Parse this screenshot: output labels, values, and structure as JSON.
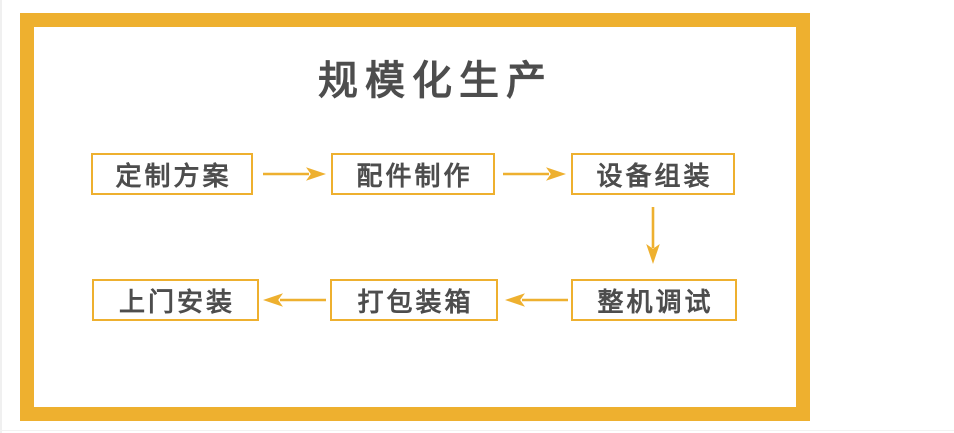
{
  "diagram": {
    "title": "规模化生产",
    "steps": [
      {
        "id": "custom-plan",
        "label": "定制方案"
      },
      {
        "id": "parts-production",
        "label": "配件制作"
      },
      {
        "id": "equipment-assembly",
        "label": "设备组装"
      },
      {
        "id": "machine-debugging",
        "label": "整机调试"
      },
      {
        "id": "packing",
        "label": "打包装箱"
      },
      {
        "id": "onsite-installation",
        "label": "上门安装"
      }
    ],
    "flow_note": "top row flows left-to-right, then down, bottom row flows right-to-left"
  },
  "icons": {
    "right_arrow": "arrow-right-icon",
    "down_arrow": "arrow-down-icon",
    "left_arrow": "arrow-left-icon"
  },
  "colors": {
    "accent": "#EEB02F",
    "text": "#4D4D4D",
    "background": "#FFFFFF"
  }
}
